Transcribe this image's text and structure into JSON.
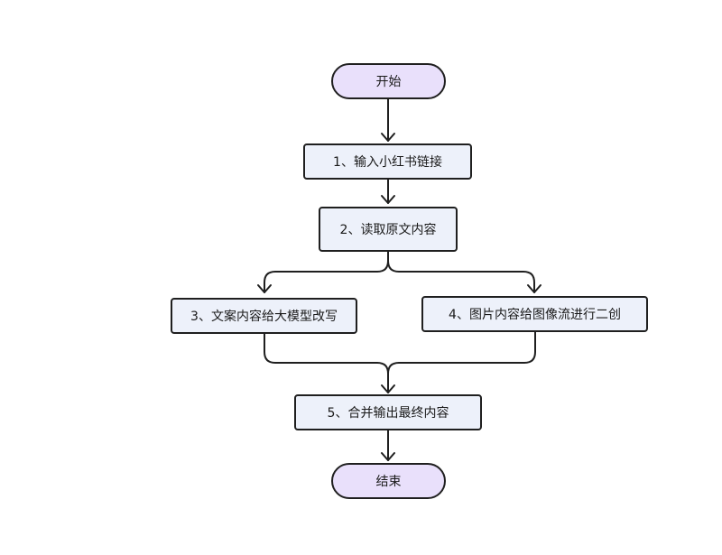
{
  "colors": {
    "terminal_fill": "#e9e0fb",
    "process_fill": "#edf1fa",
    "stroke": "#1f1f1f"
  },
  "nodes": {
    "start": "开始",
    "step1": "1、输入小红书链接",
    "step2": "2、读取原文内容",
    "step3": "3、文案内容给大模型改写",
    "step4": "4、图片内容给图像流进行二创",
    "step5": "5、合并输出最终内容",
    "end": "结束"
  }
}
